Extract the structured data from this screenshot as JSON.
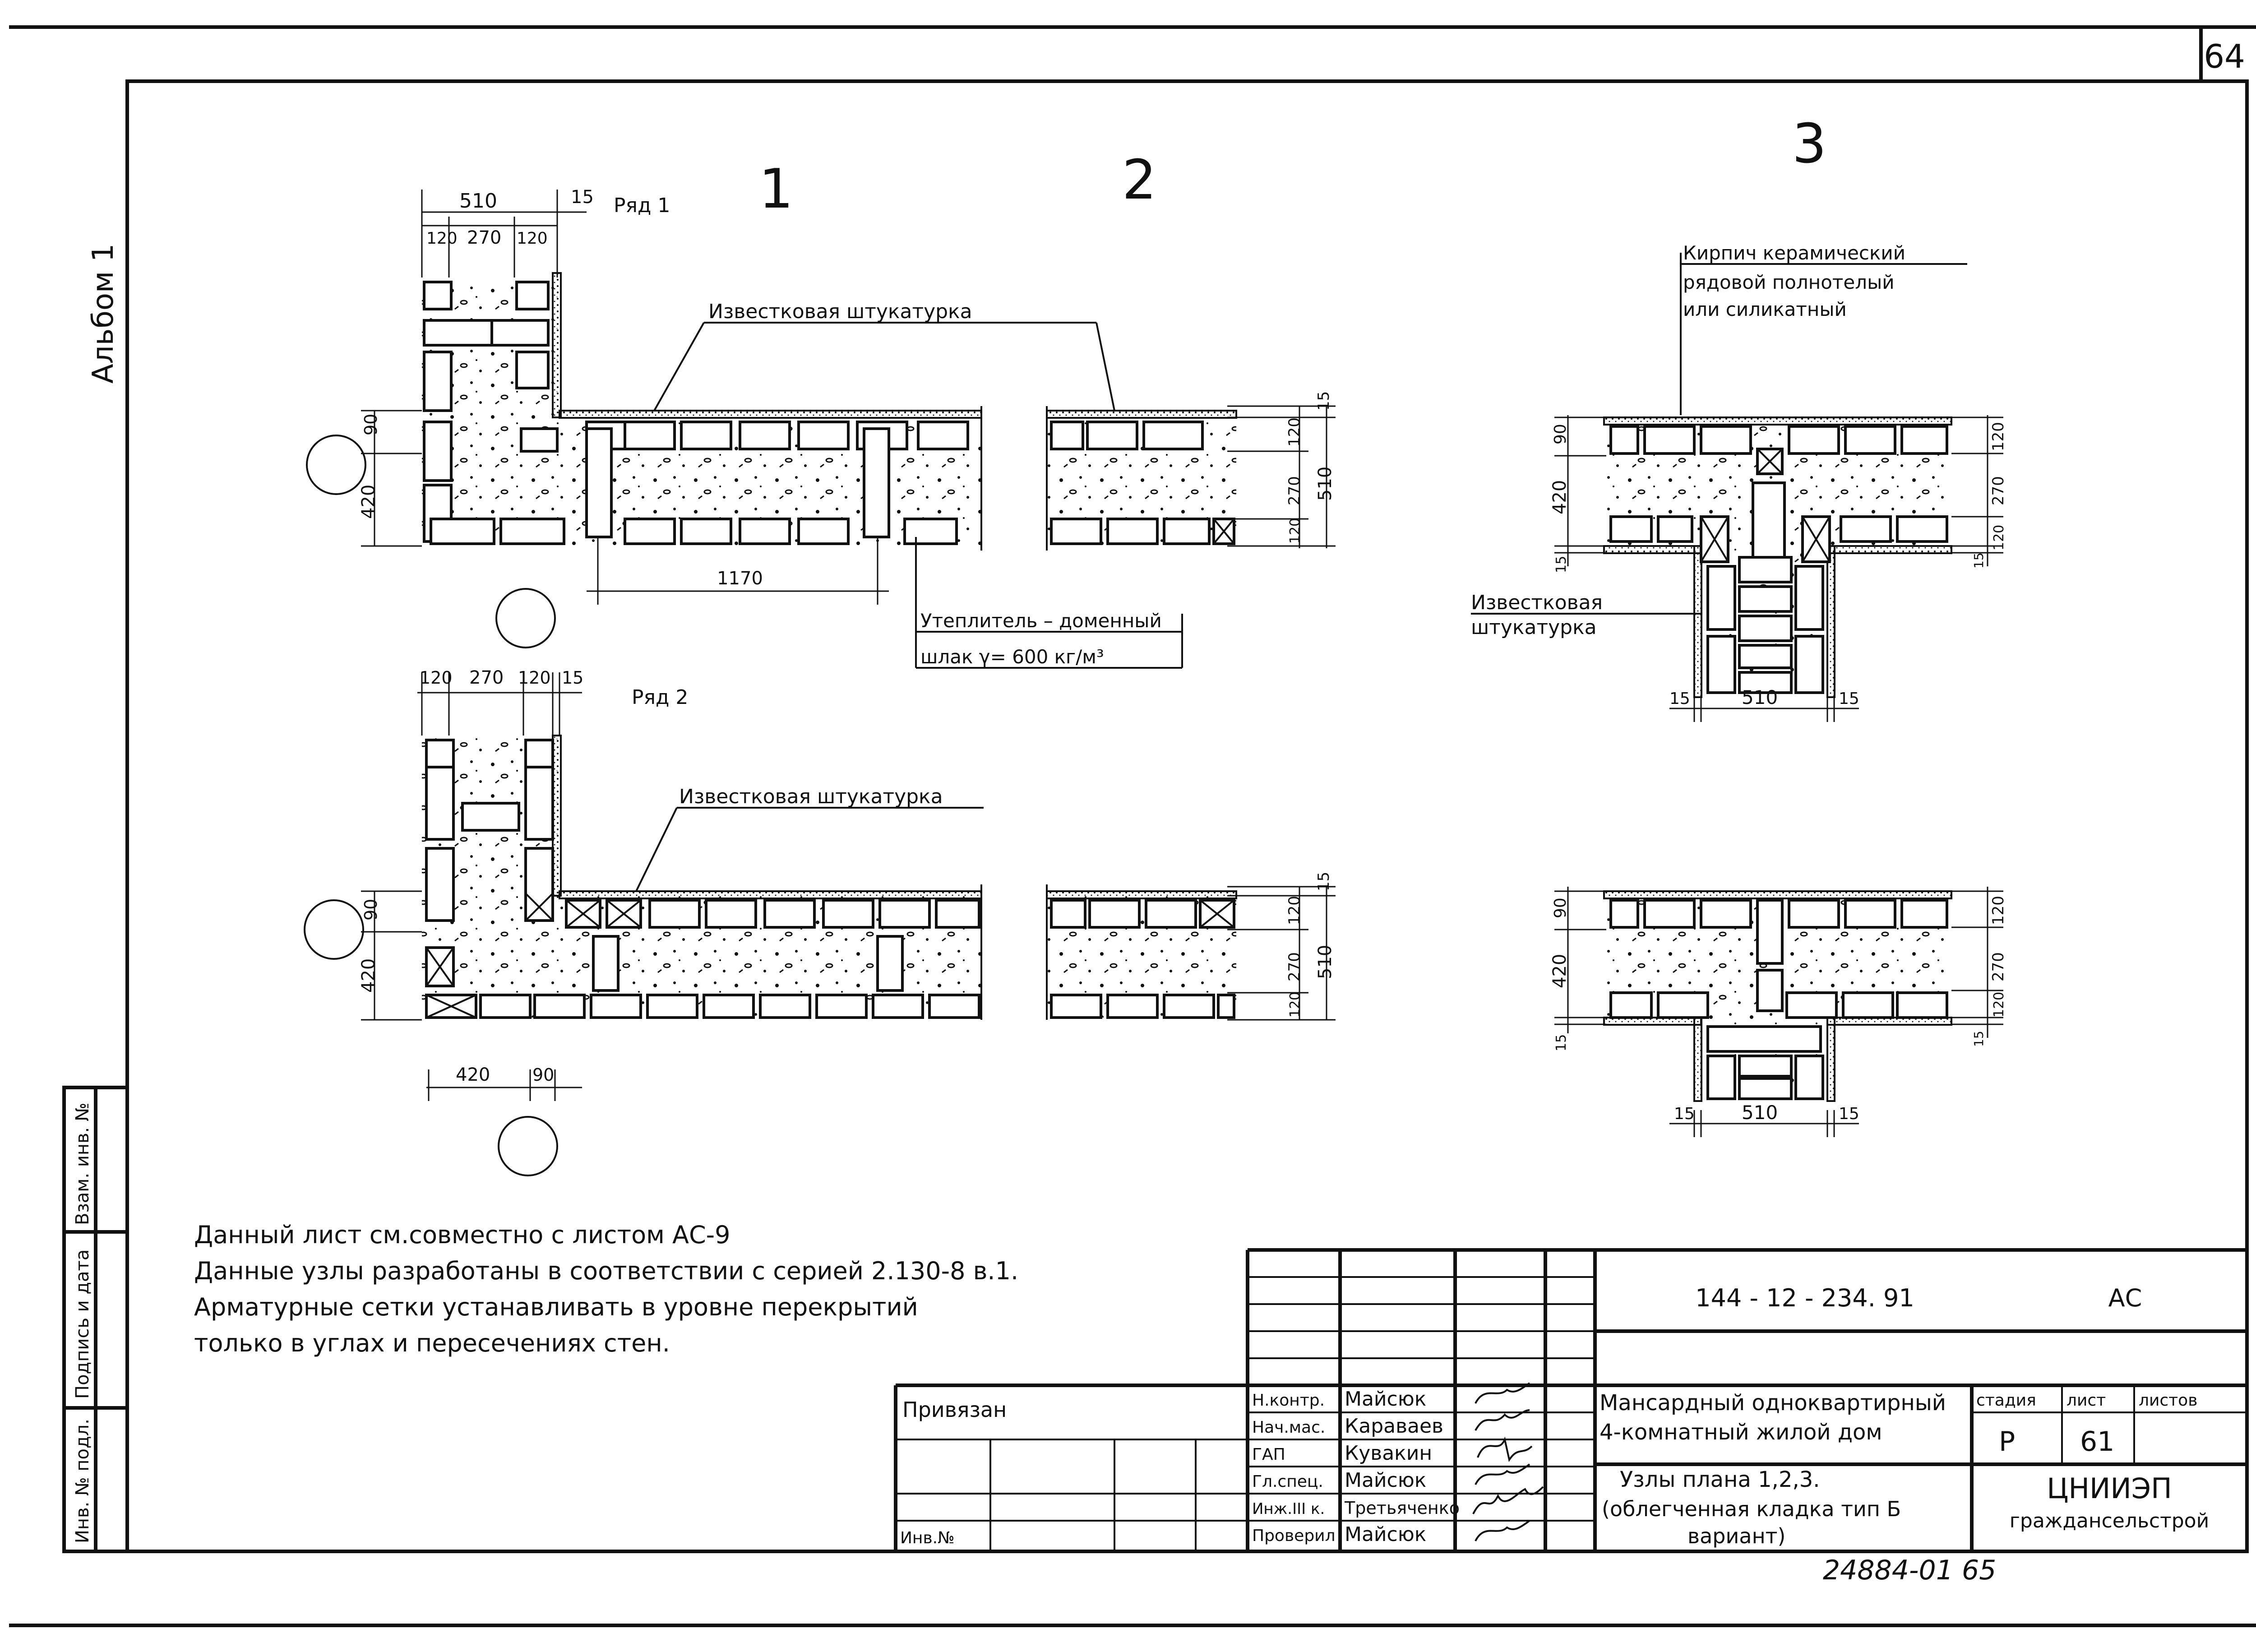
{
  "sheet_number_corner": "64",
  "album_label": "Альбом 1",
  "node_numbers": [
    "1",
    "2",
    "3"
  ],
  "rows": {
    "row1": "Ряд 1",
    "row2": "Ряд 2"
  },
  "dims": {
    "d510": "510",
    "d15": "15",
    "d120": "120",
    "d270": "270",
    "d90": "90",
    "d420": "420",
    "d1170": "1170"
  },
  "callouts": {
    "plaster_1": "Известковая штукатурка",
    "plaster_2": "Известковая штукатурка",
    "plaster_3a": "Известковая",
    "plaster_3b": "штукатурка",
    "brick_1": "Кирпич керамический",
    "brick_2": "рядовой полнотелый",
    "brick_3": "или силикатный",
    "insul_1": "Утеплитель – доменный",
    "insul_2": "шлак γ= 600 кг/м³"
  },
  "notes": [
    "Данный лист см.совместно с листом АС-9",
    "Данные узлы разработаны в соответствии с серией 2.130-8 в.1.",
    "Арматурные сетки устанавливать в уровне перекрытий",
    "только в углах и пересечениях стен."
  ],
  "side_stamp": [
    "Инв. № подл.",
    "Подпись и дата",
    "Взам. инв. №"
  ],
  "title_block": {
    "doc_code": "144 - 12 - 234. 91",
    "doc_type": "АС",
    "linked_label": "Привязан",
    "inv_label": "Инв.№",
    "roles": [
      {
        "role": "Н.контр.",
        "name": "Майсюк"
      },
      {
        "role": "Нач.мас.",
        "name": "Караваев"
      },
      {
        "role": "ГАП",
        "name": "Кувакин"
      },
      {
        "role": "Гл.спец.",
        "name": "Майсюк"
      },
      {
        "role": "Инж.III к.",
        "name": "Третьяченко"
      },
      {
        "role": "Проверил",
        "name": "Майсюк"
      }
    ],
    "project_1": "Мансардный одноквартирный",
    "project_2": "4-комнатный жилой дом",
    "sheet_1": "Узлы плана 1,2,3.",
    "sheet_2": "(облегченная кладка тип Б",
    "sheet_3": "вариант)",
    "stage_label": "стадия",
    "sheet_label": "лист",
    "sheets_label": "листов",
    "stage": "Р",
    "sheet": "61",
    "org_1": "ЦНИИЭП",
    "org_2": "граждансельстрой"
  },
  "footer_code": "24884-01  65"
}
